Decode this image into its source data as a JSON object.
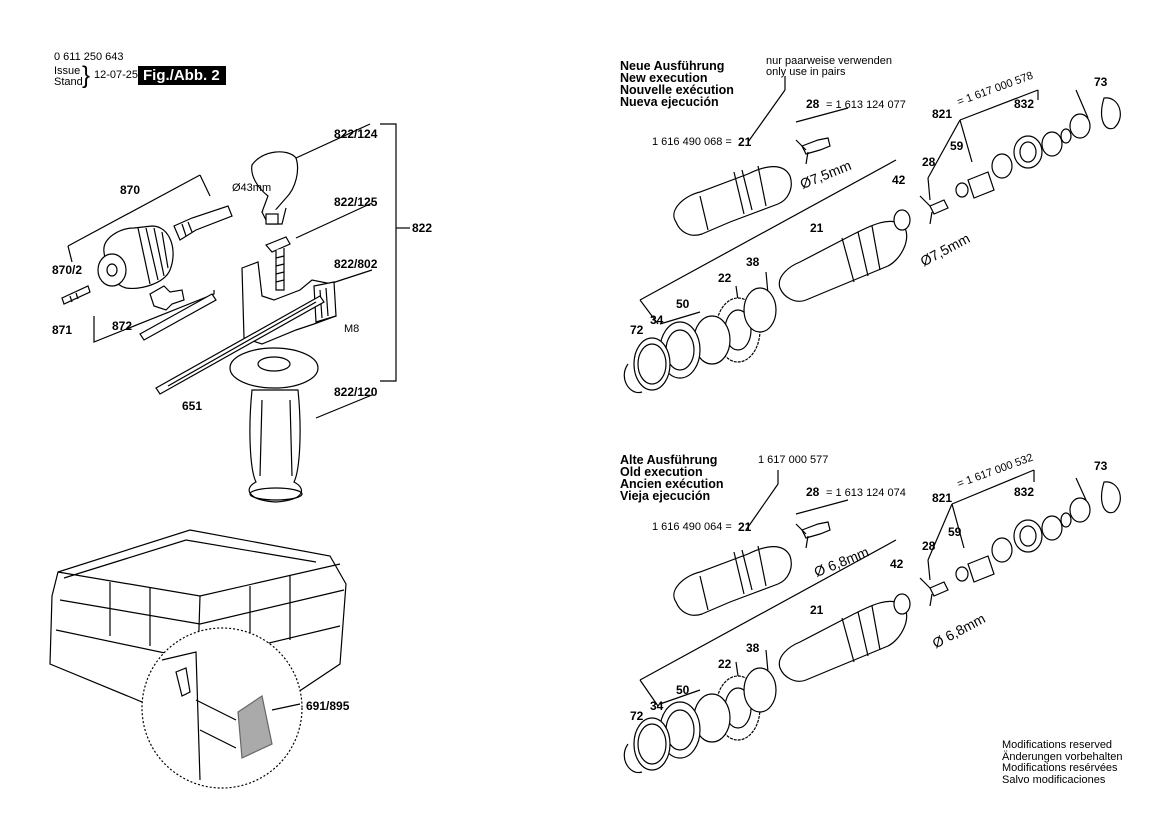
{
  "header": {
    "part_number": "0 611 250 643",
    "issue_label": "Issue",
    "stand_label": "Stand",
    "date": "12-07-25",
    "figure_label": "Fig./Abb. 2"
  },
  "left_labels": {
    "l822_124": "822/124",
    "d43": "Ø43mm",
    "l870": "870",
    "l822_125": "822/125",
    "l822": "822",
    "l822_802": "822/802",
    "l870_2": "870/2",
    "m8": "M8",
    "l871": "871",
    "l872": "872",
    "l651": "651",
    "l822_120": "822/120",
    "l691_895": "691/895"
  },
  "new_execution": {
    "titles": [
      "Neue Ausführung",
      "New execution",
      "Nouvelle exécution",
      "Nueva ejecución"
    ],
    "note": [
      "nur paarweise verwenden",
      "only use in pairs"
    ],
    "ref_21": "1 616 490 068 =",
    "ref_28": "= 1 613 124 077",
    "ref_821": "= 1 617 000 578",
    "diameter": "Ø7,5mm"
  },
  "old_execution": {
    "titles": [
      "Alte Ausführung",
      "Old execution",
      "Ancien exécution",
      "Vieja ejecución"
    ],
    "ref_top": "1 617 000 577",
    "ref_21": "1 616 490 064 =",
    "ref_28": "= 1 613 124 074",
    "ref_821": "= 1 617 000 532",
    "diameter": "Ø 6,8mm"
  },
  "part_labels": {
    "p21": "21",
    "p28": "28",
    "p821": "821",
    "p832": "832",
    "p73": "73",
    "p59": "59",
    "p42": "42",
    "p22": "22",
    "p38": "38",
    "p50": "50",
    "p34": "34",
    "p72": "72"
  },
  "footer_notes": [
    "Modifications reserved",
    "Änderungen vorbehalten",
    "Modifications resérvées",
    "Salvo modificaciones"
  ]
}
